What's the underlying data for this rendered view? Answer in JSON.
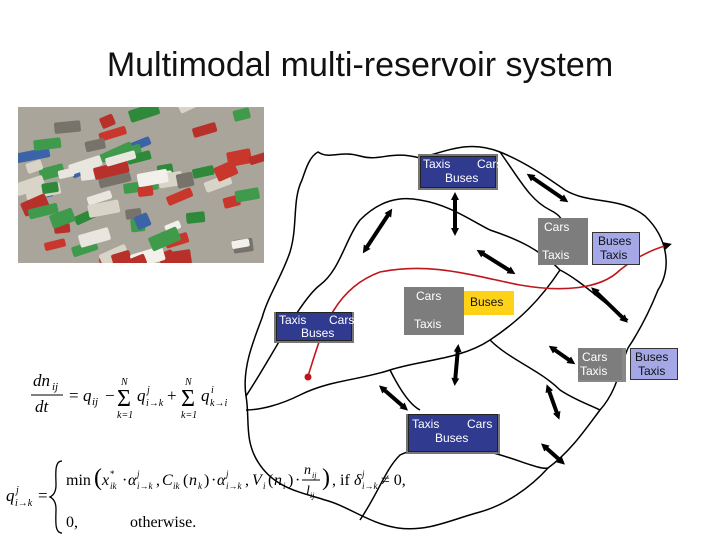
{
  "slide": {
    "title": "Multimodal multi-reservoir system"
  },
  "labels": {
    "taxis": "Taxis",
    "cars": "Cars",
    "buses": "Buses"
  },
  "colors": {
    "box_dark": "#303a8e",
    "box_gray": "#7d7d7d",
    "box_lavender": "#a4a8e6",
    "box_yellow": "#ffd21a",
    "route": "#c0161b"
  },
  "formulas": {
    "eq1": "dn_ij/dt = q_ij − Σ_{k=1}^{N} q^j_{i→k} + Σ_{k=1}^{N} q^i_{k→i}",
    "eq2": "q^j_{i→k} = min(x*_ik · α^j_{i→k}, C_ik(n_k) · α^j_{i→k}, V_i(n_i) · n_ij / l_ij), if δ^j_{i→k} ≠ 0; 0, otherwise."
  }
}
